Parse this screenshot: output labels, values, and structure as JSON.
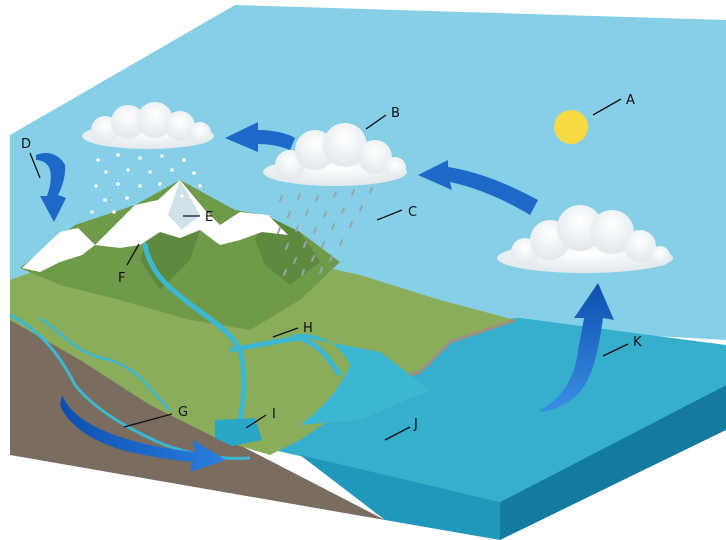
{
  "colors": {
    "sky": "#86cfe6",
    "sea": "#36afcc",
    "sea_dark": "#1f8fb0",
    "land": "#8aad5c",
    "mountain": "#6f9a49",
    "snow": "#ffffff",
    "soil": "#7a6c5e",
    "arrow": "#1e68c8",
    "sun": "#f8d843",
    "river": "#3cb7d1"
  },
  "icons": [
    "sun-icon",
    "cloud-icon",
    "arrow-icon",
    "snow-icon",
    "rain-icon"
  ],
  "labels": {
    "A": "A",
    "B": "B",
    "C": "C",
    "D": "D",
    "E": "E",
    "F": "F",
    "G": "G",
    "H": "H",
    "I": "I",
    "J": "J",
    "K": "K"
  }
}
